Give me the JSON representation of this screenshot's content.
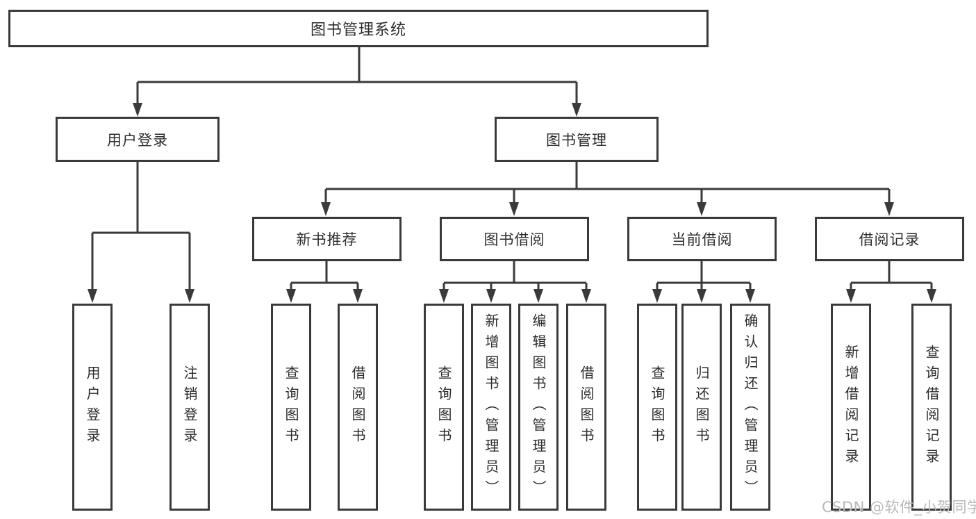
{
  "diagram": {
    "root": "图书管理系统",
    "branches": [
      {
        "label": "用户登录",
        "children": [
          "用户登录",
          "注销登录"
        ]
      },
      {
        "label": "图书管理",
        "children": [
          {
            "label": "新书推荐",
            "children": [
              "查询图书",
              "借阅图书"
            ]
          },
          {
            "label": "图书借阅",
            "children": [
              "查询图书",
              "新增图书（管理员）",
              "编辑图书（管理员）",
              "借阅图书"
            ]
          },
          {
            "label": "当前借阅",
            "children": [
              "查询图书",
              "归还图书",
              "确认归还（管理员）"
            ]
          },
          {
            "label": "借阅记录",
            "children": [
              "新增借阅记录",
              "查询借阅记录"
            ]
          }
        ]
      }
    ]
  },
  "watermark": {
    "text": "CSDN @软件_小贺同学"
  },
  "colors": {
    "line": "#3a3a3a",
    "box_border": "#3a3a3a",
    "text": "#2d2d2d",
    "watermark": "#b9b9b9"
  }
}
